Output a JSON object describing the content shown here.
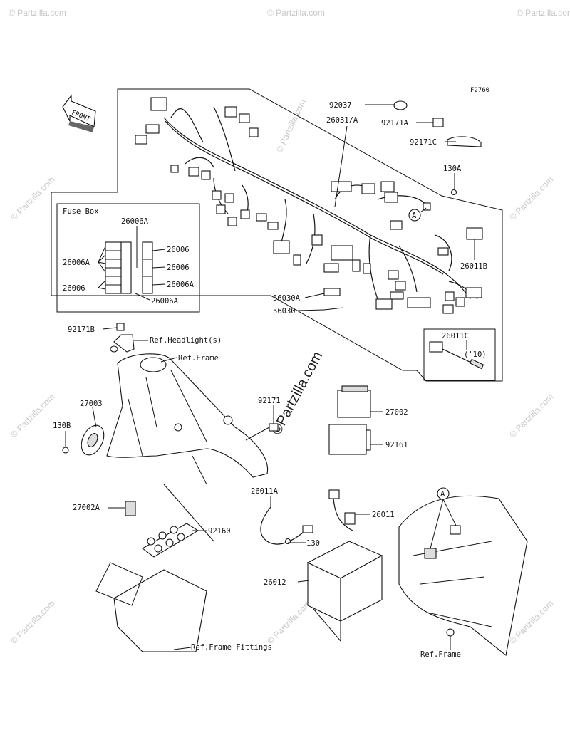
{
  "figure_id": "F2760",
  "front_label": "FRONT",
  "watermark_small": "© Partzilla.com",
  "watermark_center": "©Partzilla.com",
  "fuse_box": {
    "title": "Fuse Box",
    "labels": [
      "26006A",
      "26006A",
      "26006",
      "26006",
      "26006",
      "26006A",
      "26006A"
    ]
  },
  "callout_a": "A",
  "year_note": "('10)",
  "parts": {
    "p92037": "92037",
    "p26031": "26031/A",
    "p92171A": "92171A",
    "p92171C": "92171C",
    "p130A": "130A",
    "p26011B": "26011B",
    "p56030A": "56030A",
    "p56030": "56030",
    "p26011C": "26011C",
    "p92171B": "92171B",
    "ref_headlight": "Ref.Headlight(s)",
    "ref_frame_top": "Ref.Frame",
    "p27003": "27003",
    "p130B": "130B",
    "p92171": "92171",
    "p27002": "27002",
    "p92161": "92161",
    "p26011A": "26011A",
    "p26011": "26011",
    "p27002A": "27002A",
    "p92160": "92160",
    "p130": "130",
    "p26012": "26012",
    "ref_frame_fittings": "Ref.Frame Fittings",
    "ref_frame_bottom": "Ref.Frame"
  }
}
